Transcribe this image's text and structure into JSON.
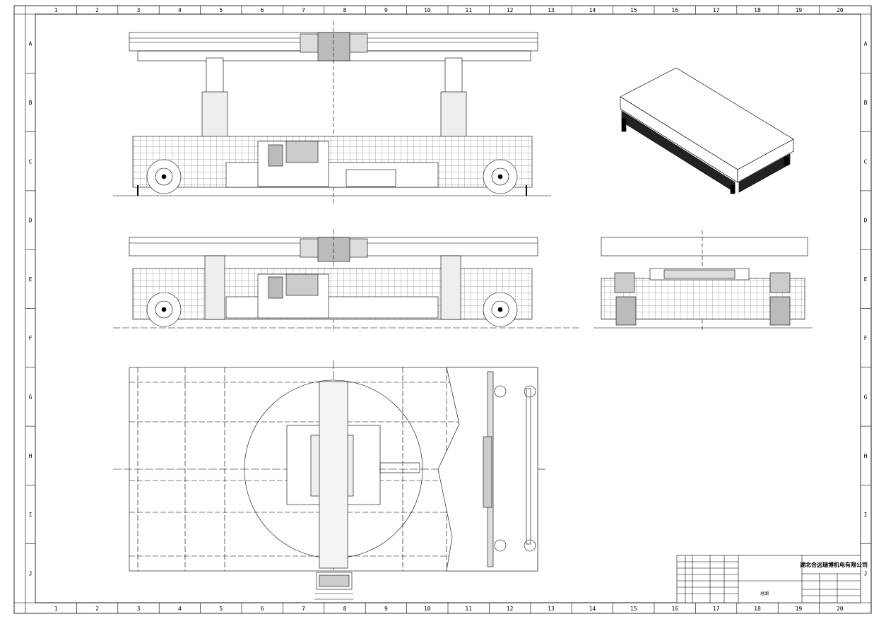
{
  "sheet": {
    "columns": [
      "1",
      "2",
      "3",
      "4",
      "5",
      "6",
      "7",
      "8",
      "9",
      "10",
      "11",
      "12",
      "13",
      "14",
      "15",
      "16",
      "17",
      "18",
      "19",
      "20"
    ],
    "rows": [
      "A",
      "B",
      "C",
      "D",
      "E",
      "F",
      "G",
      "H",
      "I",
      "J"
    ]
  },
  "title_block": {
    "company": "湖北合远瑞博机电有限公司",
    "drawing_name": "总图"
  },
  "icons": {
    "front_view": "lift-cart-front-elevation-drawing",
    "front_view_lowered": "lift-cart-lowered-elevation-drawing",
    "side_view": "lift-cart-side-elevation-drawing",
    "plan_view": "lift-cart-plan-view-drawing",
    "iso_view": "lift-cart-isometric-drawing",
    "control_box": "control-panel-detail-drawing"
  }
}
